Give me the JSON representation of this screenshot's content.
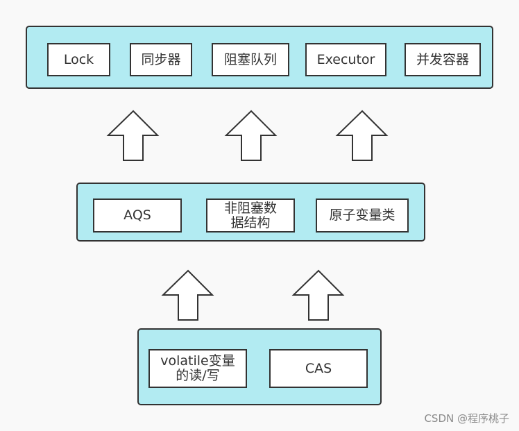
{
  "colors": {
    "layer_fill": "#b2ebf2",
    "stroke": "#333333",
    "box_fill": "#ffffff",
    "background": "#f9f9f9"
  },
  "top_layer": {
    "items": [
      "Lock",
      "同步器",
      "阻塞队列",
      "Executor",
      "并发容器"
    ]
  },
  "middle_layer": {
    "items": [
      "AQS",
      "非阻塞数\n据结构",
      "原子变量类"
    ]
  },
  "bottom_layer": {
    "items": [
      "volatile变量\n的读/写",
      "CAS"
    ]
  },
  "watermark": "CSDN @程序桃子"
}
